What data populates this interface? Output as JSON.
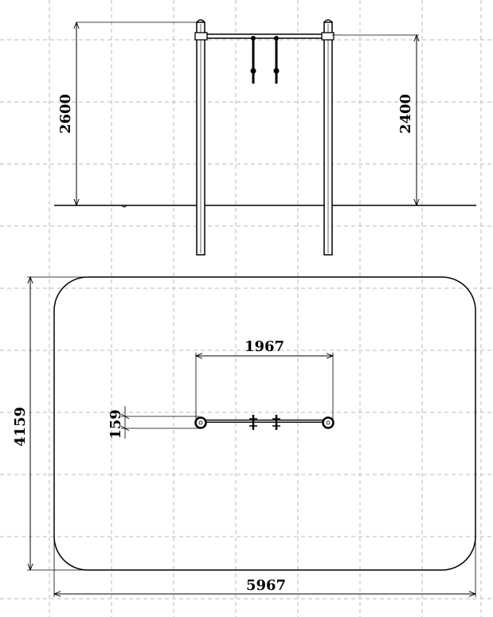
{
  "dimensions": {
    "side_total_height": "2600",
    "side_bar_height": "2400",
    "plan_bar_span": "1967",
    "plan_post_offset": "159",
    "plan_depth": "4159",
    "plan_width": "5967"
  }
}
